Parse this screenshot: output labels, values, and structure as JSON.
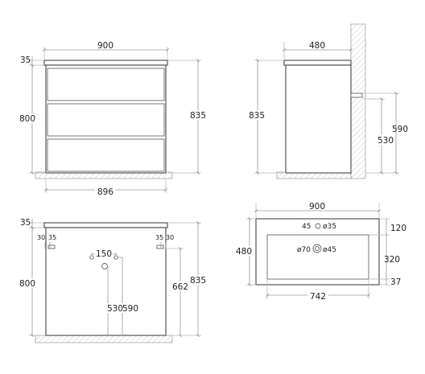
{
  "front_view": {
    "width_top": "900",
    "top_thickness": "35",
    "height_body": "800",
    "height_total": "835",
    "width_bottom": "896"
  },
  "side_view": {
    "depth": "480",
    "height_total": "835",
    "pipe_height_high": "590",
    "pipe_height_low": "530"
  },
  "back_view": {
    "top_thickness": "35",
    "edge_left_a": "30",
    "edge_left_b": "35",
    "edge_right_a": "35",
    "edge_right_b": "30",
    "pipe_spacing": "150",
    "height_body": "800",
    "height_total": "835",
    "inner_height": "662",
    "pipe_height_low": "530",
    "pipe_height_high": "590"
  },
  "top_view": {
    "width": "900",
    "depth": "480",
    "tap_offset": "45",
    "tap_hole": "ø35",
    "bowl_offset": "ø70",
    "drain_hole": "ø45",
    "back_margin": "120",
    "bowl_depth": "320",
    "front_margin": "37",
    "bowl_width": "742"
  }
}
